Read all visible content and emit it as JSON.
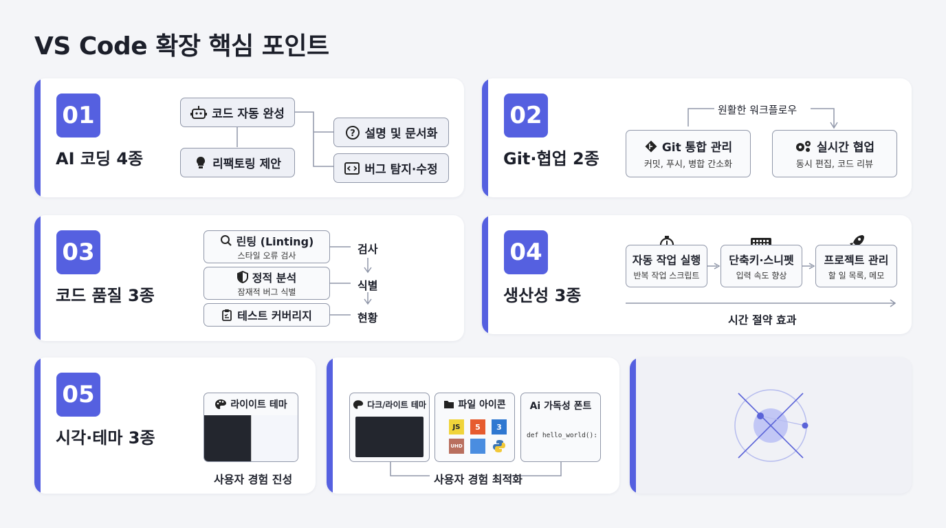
{
  "title": "VS Code 확장 핵심 포인트",
  "card1": {
    "num": "01",
    "category": "AI 코딩 4종",
    "items": [
      "코드 자동 완성",
      "리팩토링 제안",
      "설명 및 문서화",
      "버그 탐지·수정"
    ]
  },
  "card2": {
    "num": "02",
    "category": "Git·협업 2종",
    "flow": "원활한 워크플로우",
    "items": [
      {
        "title": "Git 통합 관리",
        "sub": "커밋, 푸시, 병합 간소화"
      },
      {
        "title": "실시간 협업",
        "sub": "동시 편집, 코드 리뷰"
      }
    ]
  },
  "card3": {
    "num": "03",
    "category": "코드 품질 3종",
    "items": [
      {
        "title": "린팅 (Linting)",
        "sub": "스타일 오류 검사"
      },
      {
        "title": "정적 분석",
        "sub": "잠재적 버그 식별"
      },
      {
        "title": "테스트 커버리지",
        "sub": ""
      }
    ],
    "steps": [
      "검사",
      "식별",
      "현황"
    ]
  },
  "card4": {
    "num": "04",
    "category": "생산성 3종",
    "items": [
      {
        "title": "자동 작업 실행",
        "sub": "반복 작업 스크립트"
      },
      {
        "title": "단축키·스니펫",
        "sub": "입력 속도 향상"
      },
      {
        "title": "프로젝트 관리",
        "sub": "할 일 목록, 메모"
      }
    ],
    "footer": "시간 절약 효과"
  },
  "card5": {
    "num": "05",
    "category": "시각·테마 3종",
    "theme": "라이이트 테마",
    "caption": "사용자 경험 진성"
  },
  "card6": {
    "items": [
      "다크/라이트 테마",
      "파일 아이콘",
      "Ai 가독성 폰트"
    ],
    "code": "def hello_world():",
    "caption": "사용자 경험 최적화",
    "file_icons": [
      "JS",
      "5",
      "3",
      "UHD",
      "",
      ""
    ]
  },
  "colors": {
    "accent": "#5560e0",
    "box_fill": "#eef0f6",
    "box_border": "#8f96a8"
  },
  "icons": [
    "robot-icon",
    "lightbulb-icon",
    "question-icon",
    "bug-code-icon",
    "git-icon",
    "gears-icon",
    "search-icon",
    "shield-icon",
    "clipboard-icon",
    "stopwatch-icon",
    "keyboard-icon",
    "rocket-icon",
    "palette-icon",
    "folder-icon"
  ]
}
